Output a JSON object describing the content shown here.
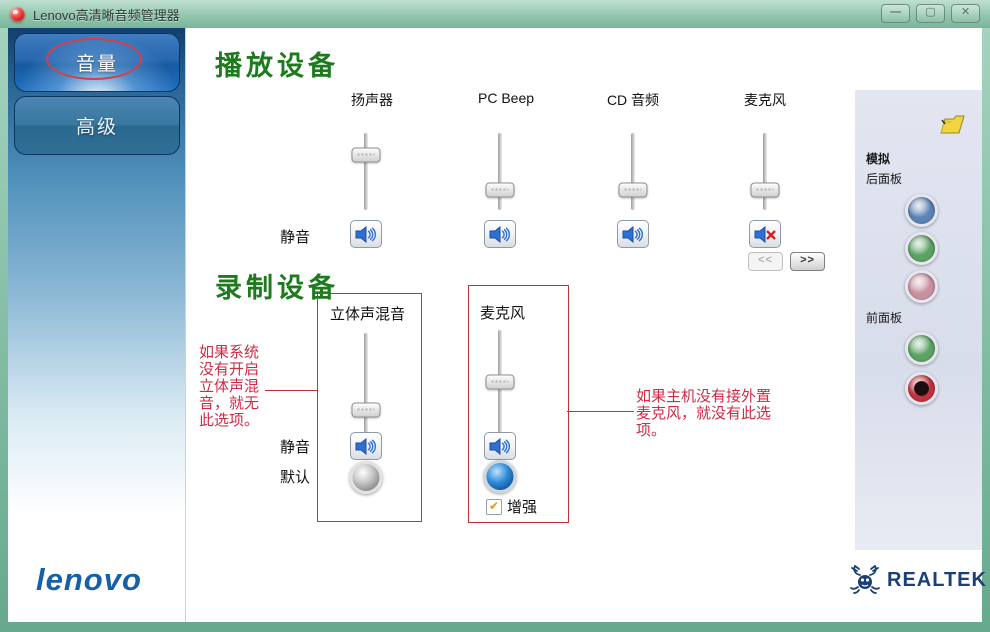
{
  "window": {
    "title": "Lenovo高清晰音频管理器",
    "controls": {
      "minimize": "—",
      "maximize": "▢",
      "close": "✕"
    }
  },
  "sidebar": {
    "items": [
      {
        "label": "音量",
        "active": true
      },
      {
        "label": "高级",
        "active": false
      }
    ]
  },
  "playback": {
    "heading": "播放设备",
    "mute_label": "静音",
    "channels": [
      {
        "name": "扬声器",
        "level": 71,
        "muted": false
      },
      {
        "name": "PC Beep",
        "level": 26,
        "muted": false
      },
      {
        "name": "CD 音频",
        "level": 26,
        "muted": false
      },
      {
        "name": "麦克风",
        "level": 26,
        "muted": true
      }
    ],
    "nav": {
      "prev": "<<",
      "next": ">>"
    }
  },
  "recording": {
    "heading": "录制设备",
    "mute_label": "静音",
    "default_label": "默认",
    "channels": [
      {
        "name": "立体声混音",
        "level": 26,
        "muted": false,
        "is_default": false
      },
      {
        "name": "麦克风",
        "level": 50,
        "muted": false,
        "is_default": true,
        "enhance_label": "增强",
        "enhance_checked": true,
        "check_glyph": "✔"
      }
    ]
  },
  "annotations": {
    "left": "如果系统没有开启立体声混音，就无此选项。",
    "right": "如果主机没有接外置麦克风，就没有此选项。"
  },
  "right_panel": {
    "analog_label": "模拟",
    "rear_label": "后面板",
    "front_label": "前面板",
    "rear_jacks": [
      {
        "name": "line-in-jack",
        "color": "#5b83b5"
      },
      {
        "name": "line-out-jack",
        "color": "#5ba263"
      },
      {
        "name": "mic-in-jack",
        "color": "#c9909f"
      }
    ],
    "front_jacks": [
      {
        "name": "headphone-jack",
        "color": "#5ba263"
      },
      {
        "name": "mic-in-jack",
        "color": "#c03240"
      }
    ]
  },
  "branding": {
    "lenovo": "lenovo",
    "realtek": "REALTEK"
  },
  "colors": {
    "heading_green": "#1d7a1d",
    "annotation_red": "#ce2b44",
    "titlebar_green": "#93c6af",
    "active_button_blue": "#1f6fc0"
  }
}
